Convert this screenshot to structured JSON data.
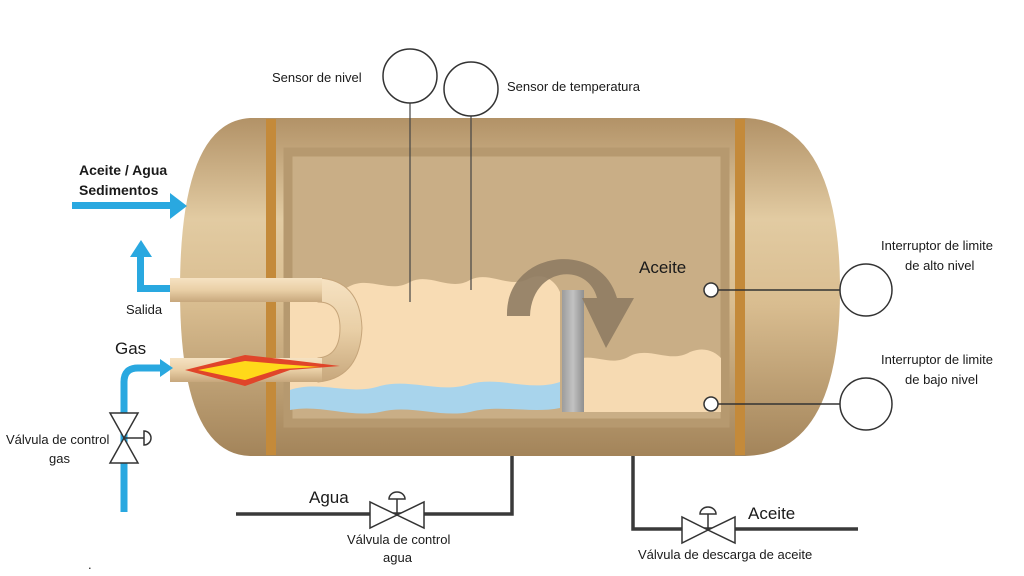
{
  "labels": {
    "sensor_nivel": "Sensor de nivel",
    "sensor_temperatura": "Sensor de temperatura",
    "entrada_linea1": "Aceite / Agua",
    "entrada_linea2": "Sedimentos",
    "salida": "Salida",
    "gas": "Gas",
    "valvula_gas_linea1": "Válvula de control",
    "valvula_gas_linea2": "gas",
    "aceite_interior": "Aceite",
    "interruptor_alto_linea1": "Interruptor de limite",
    "interruptor_alto_linea2": "de alto nivel",
    "interruptor_bajo_linea1": "Interruptor de limite",
    "interruptor_bajo_linea2": "de bajo nivel",
    "agua": "Agua",
    "valvula_agua_linea1": "Válvula de control",
    "valvula_agua_linea2": "agua",
    "aceite_salida": "Aceite",
    "valvula_descarga": "Válvula de descarga de aceite",
    "punto": "."
  },
  "colors": {
    "tank_body": "#c8a878",
    "tank_highlight": "#e6cfa6",
    "tank_shadow": "#a8875a",
    "band": "#c48a3a",
    "inner_frame": "#b79b74",
    "inner_fill": "#c9ae86",
    "oil_fill": "#f8dcb4",
    "water_fill": "#a8d4ec",
    "baffle": "#a9a9a9",
    "arrow_brown": "#8f7c63",
    "blue_pipe": "#29a8e0",
    "dark_pipe": "#3a3a3a",
    "flame_red": "#e0452a",
    "flame_yellow": "#ffd91a"
  }
}
